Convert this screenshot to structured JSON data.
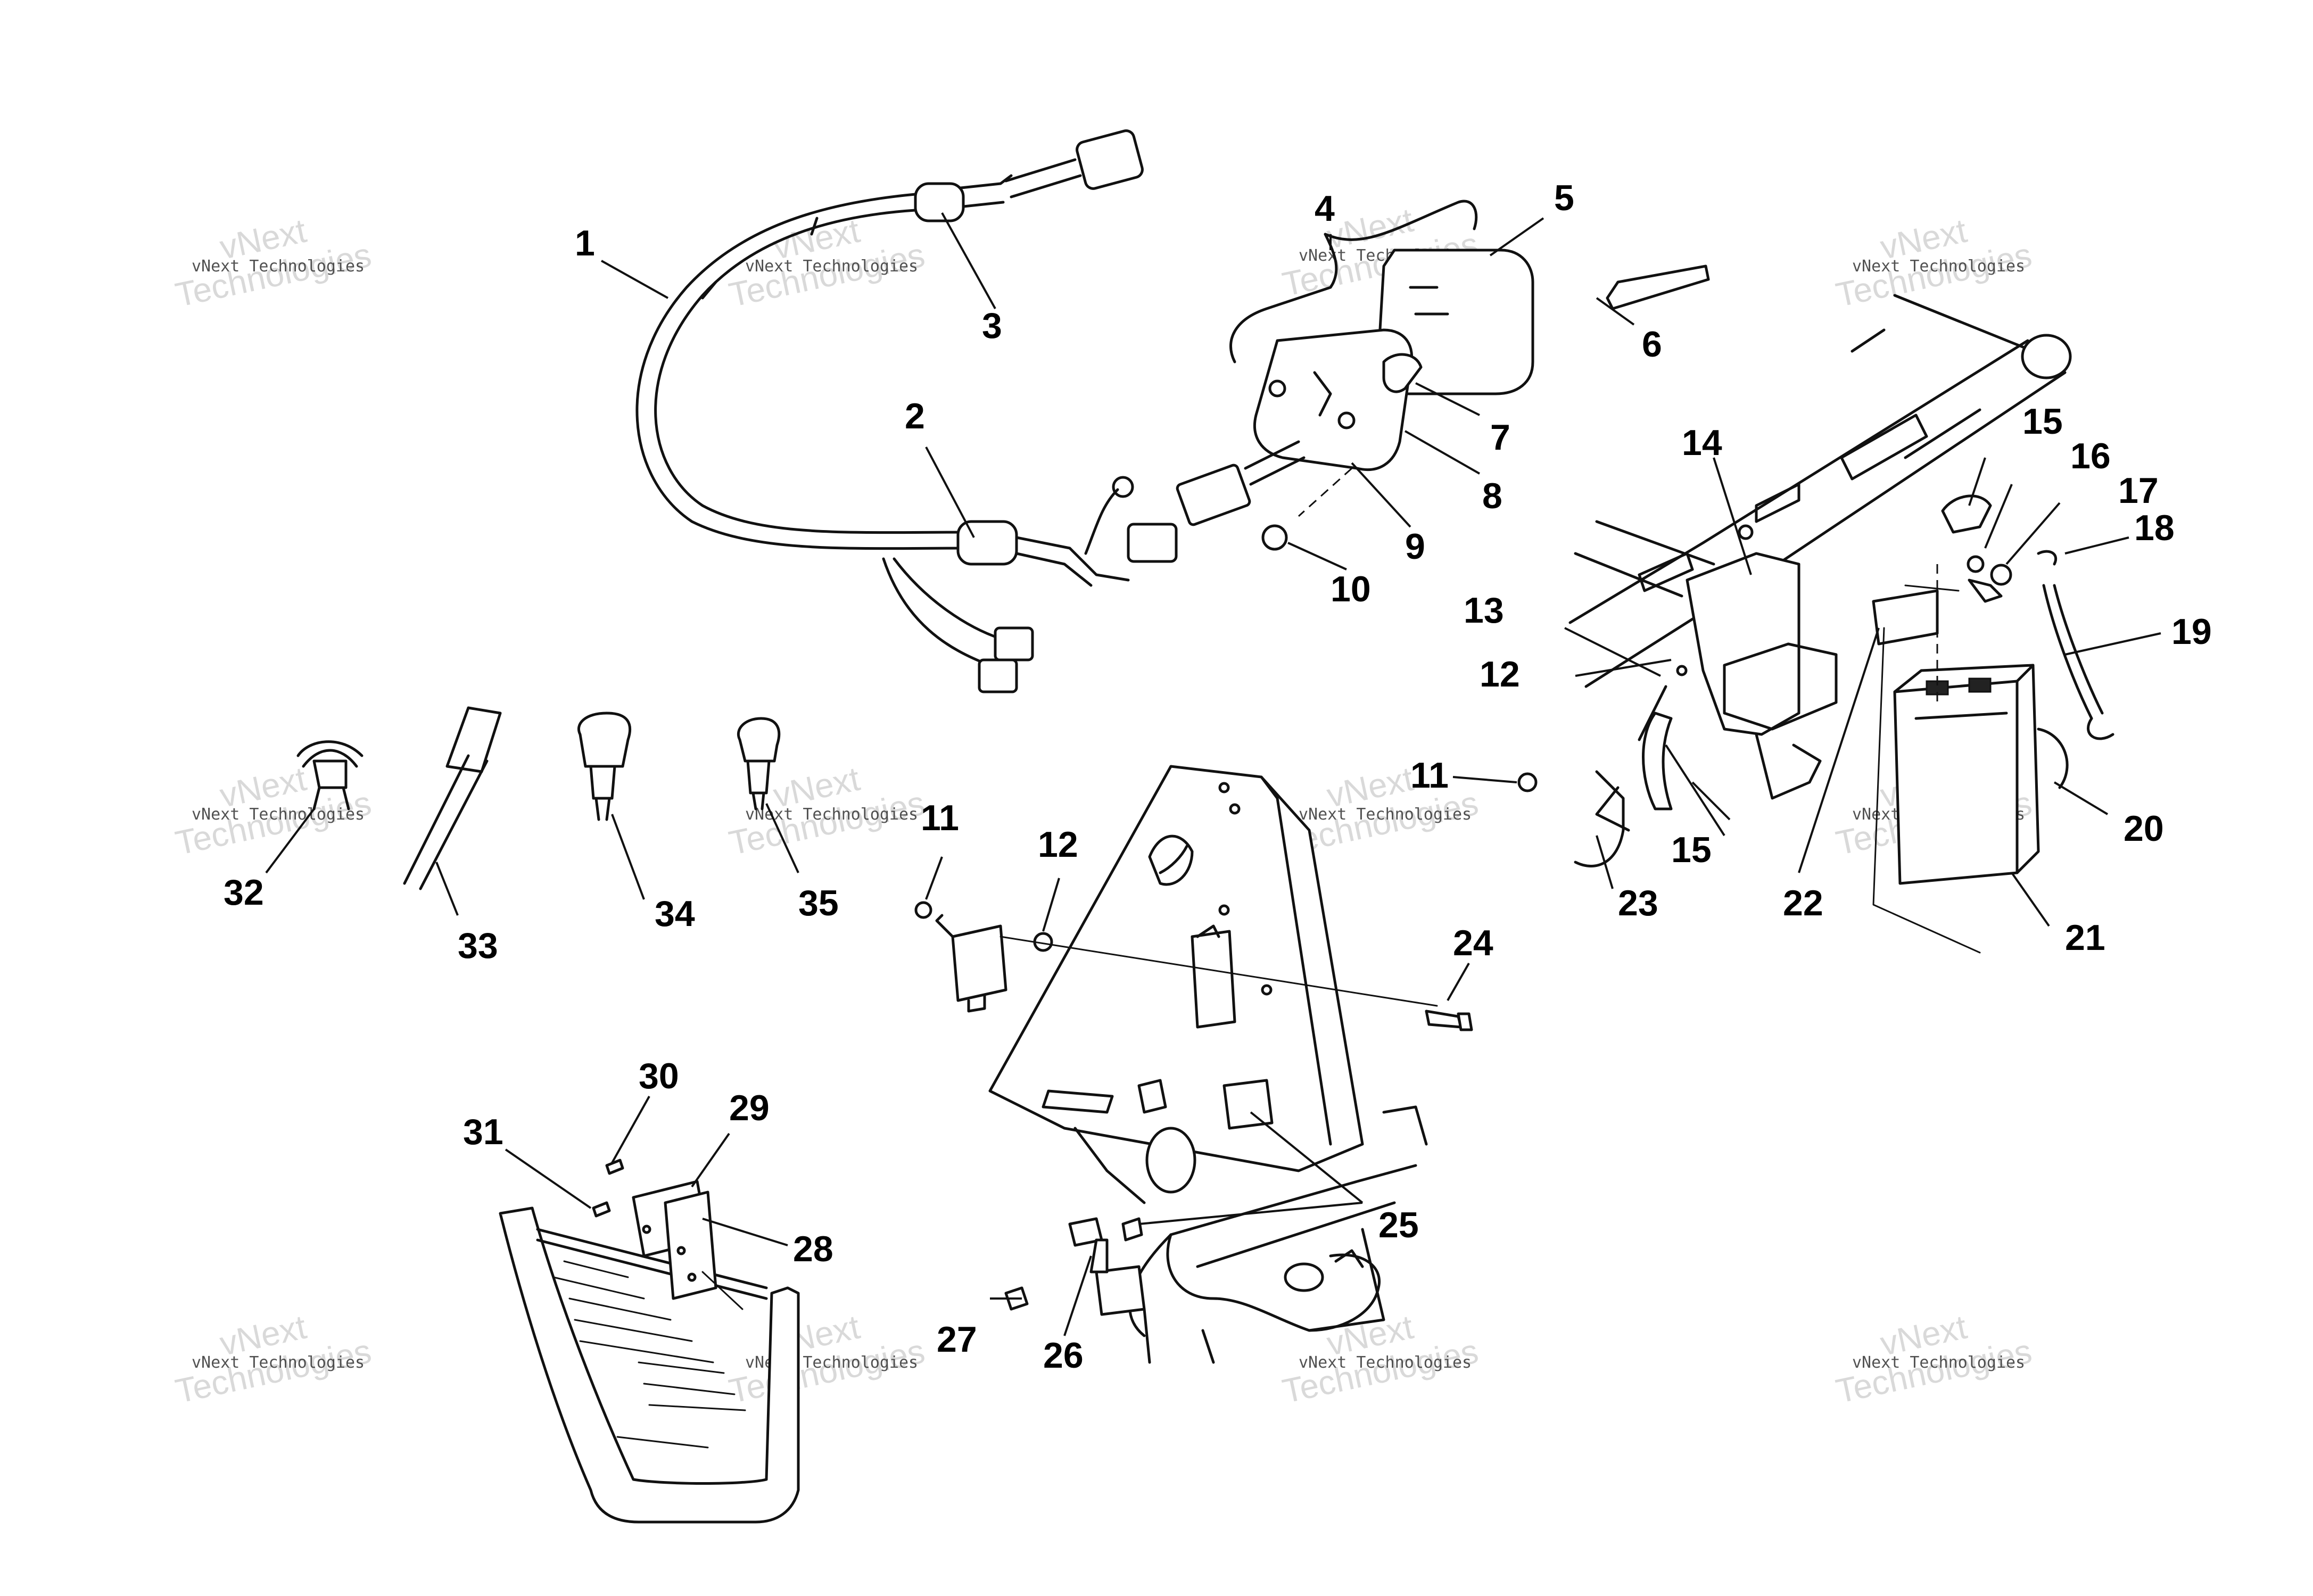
{
  "watermark": {
    "line1": "vNext",
    "line2": "vNext Technologies",
    "line3": "Technologies"
  },
  "callouts": [
    "1",
    "2",
    "3",
    "4",
    "5",
    "6",
    "7",
    "8",
    "9",
    "10",
    "11",
    "12",
    "13",
    "14",
    "15",
    "16",
    "17",
    "18",
    "19",
    "20",
    "21",
    "22",
    "23",
    "24",
    "25",
    "26",
    "27",
    "28",
    "29",
    "30",
    "31",
    "32",
    "33",
    "34",
    "35",
    "11",
    "12",
    "15"
  ]
}
